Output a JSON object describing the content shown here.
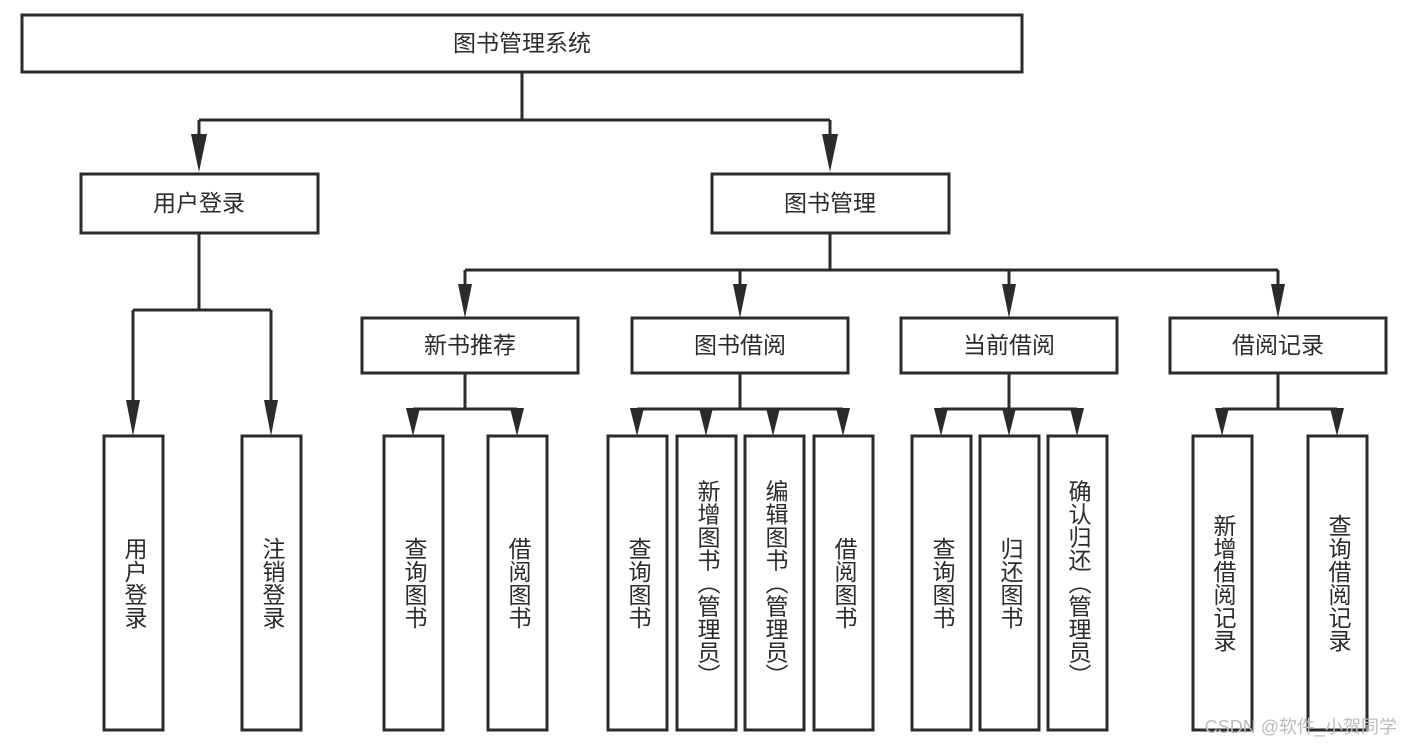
{
  "diagram": {
    "title": "图书管理系统",
    "type": "tree-hierarchy-flowchart",
    "root": {
      "id": "root",
      "label": "图书管理系统",
      "orientation": "horizontal"
    },
    "level2": [
      {
        "id": "user-login",
        "label": "用户登录",
        "orientation": "horizontal"
      },
      {
        "id": "book-management",
        "label": "图书管理",
        "orientation": "horizontal"
      }
    ],
    "level3": [
      {
        "id": "new-book-recommend",
        "label": "新书推荐",
        "orientation": "horizontal",
        "parent": "book-management"
      },
      {
        "id": "book-borrow",
        "label": "图书借阅",
        "orientation": "horizontal",
        "parent": "book-management"
      },
      {
        "id": "current-borrow",
        "label": "当前借阅",
        "orientation": "horizontal",
        "parent": "book-management"
      },
      {
        "id": "borrow-record",
        "label": "借阅记录",
        "orientation": "horizontal",
        "parent": "book-management"
      }
    ],
    "leaves": [
      {
        "id": "leaf-user-login",
        "label": "用户登录",
        "orientation": "vertical",
        "parent": "user-login"
      },
      {
        "id": "leaf-logout",
        "label": "注销登录",
        "orientation": "vertical",
        "parent": "user-login"
      },
      {
        "id": "leaf-query-book-1",
        "label": "查询图书",
        "orientation": "vertical",
        "parent": "new-book-recommend"
      },
      {
        "id": "leaf-borrow-book-1",
        "label": "借阅图书",
        "orientation": "vertical",
        "parent": "new-book-recommend"
      },
      {
        "id": "leaf-query-book-2",
        "label": "查询图书",
        "orientation": "vertical",
        "parent": "book-borrow"
      },
      {
        "id": "leaf-add-book",
        "label": "新增图书（管理员）",
        "orientation": "vertical",
        "parent": "book-borrow"
      },
      {
        "id": "leaf-edit-book",
        "label": "编辑图书（管理员）",
        "orientation": "vertical",
        "parent": "book-borrow"
      },
      {
        "id": "leaf-borrow-book-2",
        "label": "借阅图书",
        "orientation": "vertical",
        "parent": "book-borrow"
      },
      {
        "id": "leaf-query-book-3",
        "label": "查询图书",
        "orientation": "vertical",
        "parent": "current-borrow"
      },
      {
        "id": "leaf-return-book",
        "label": "归还图书",
        "orientation": "vertical",
        "parent": "current-borrow"
      },
      {
        "id": "leaf-confirm-return",
        "label": "确认归还（管理员）",
        "orientation": "vertical",
        "parent": "current-borrow"
      },
      {
        "id": "leaf-add-record",
        "label": "新增借阅记录",
        "orientation": "vertical",
        "parent": "borrow-record"
      },
      {
        "id": "leaf-query-record",
        "label": "查询借阅记录",
        "orientation": "vertical",
        "parent": "borrow-record"
      }
    ],
    "colors": {
      "stroke": "#2b2b2b",
      "fill": "#ffffff",
      "text": "#2b2b2b",
      "background": "#ffffff",
      "watermark": "#bcbcbc"
    }
  },
  "watermark": {
    "text": "CSDN @软件_小贺同学"
  }
}
